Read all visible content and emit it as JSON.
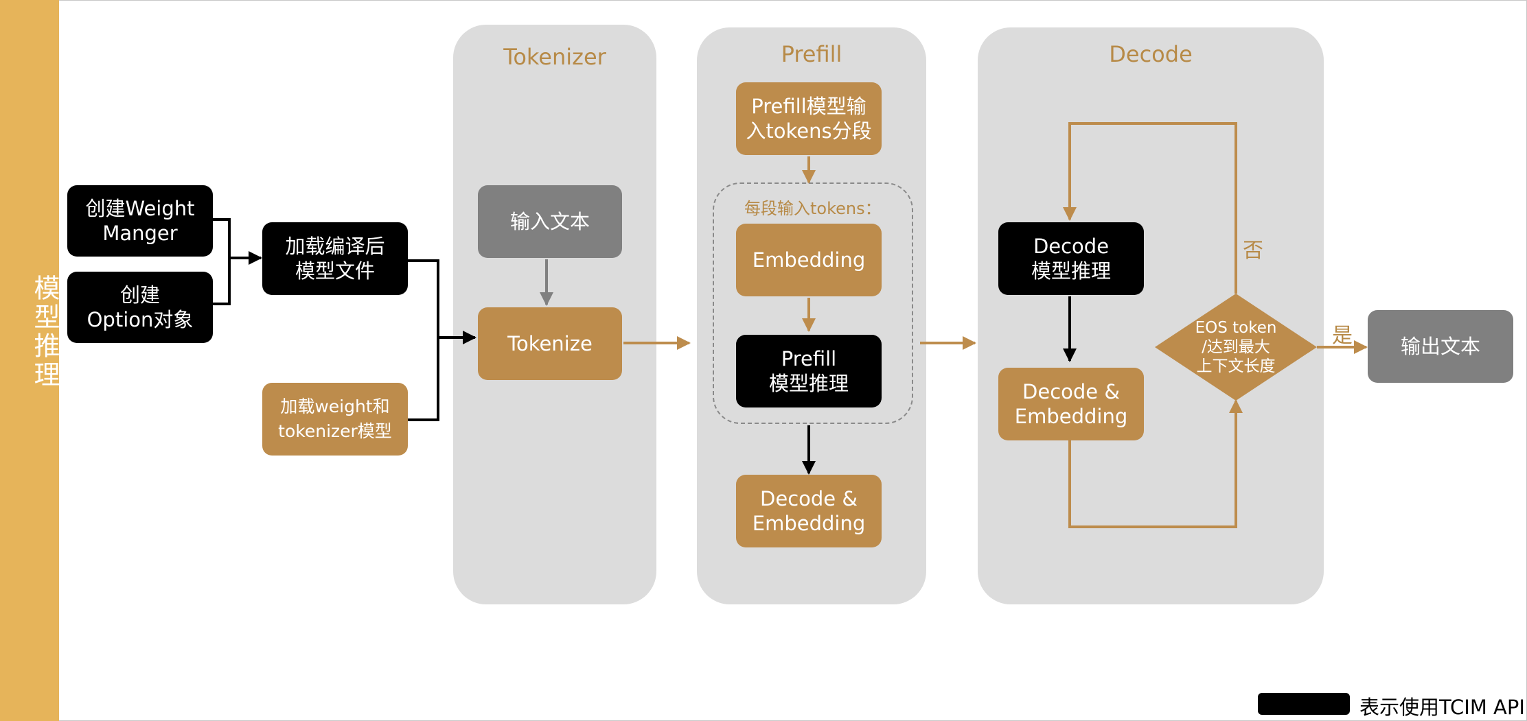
{
  "sidebar": {
    "label": "模型推理"
  },
  "setup": {
    "create_weight_manager": "创建Weight\nManger",
    "create_option": "创建\nOption对象",
    "load_compiled_model": "加载编译后\n模型文件",
    "load_weight_tokenizer": "加载weight和\ntokenizer模型"
  },
  "tokenizer": {
    "title": "Tokenizer",
    "input_text": "输入文本",
    "tokenize": "Tokenize"
  },
  "prefill": {
    "title": "Prefill",
    "segment": "Prefill模型输\n入tokens分段",
    "per_segment_label": "每段输入tokens：",
    "embedding": "Embedding",
    "prefill_infer": "Prefill\n模型推理",
    "decode_embedding": "Decode &\nEmbedding"
  },
  "decode": {
    "title": "Decode",
    "decode_infer": "Decode\n模型推理",
    "decode_embedding": "Decode &\nEmbedding",
    "condition": "EOS token\n/达到最大\n上下文长度",
    "no_label": "否",
    "yes_label": "是"
  },
  "output": {
    "label": "输出文本"
  },
  "legend": {
    "text": "表示使用TCIM API"
  },
  "colors": {
    "gold": "#bd8c4c",
    "sidebar": "#e6b45a",
    "stage": "#dcdcdc",
    "gray": "#808080",
    "black": "#000000"
  }
}
